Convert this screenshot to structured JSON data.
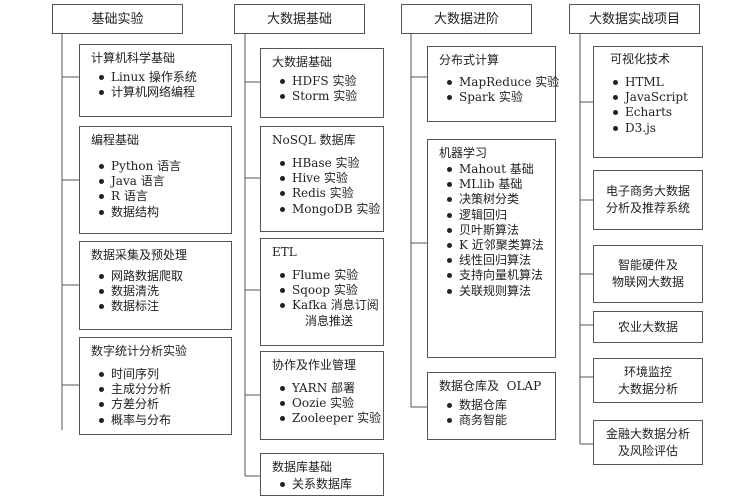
{
  "columns": [
    {
      "title": "基础实验",
      "sections": [
        {
          "title": "计算机科学基础",
          "items": [
            "Linux 操作系统",
            "计算机网络编程"
          ]
        },
        {
          "title": "编程基础",
          "items": [
            "Python 语言",
            "Java 语言",
            "R 语言",
            "数据结构"
          ]
        },
        {
          "title": "数据采集及预处理",
          "items": [
            "网路数据爬取",
            "数据清洗",
            "数据标注"
          ]
        },
        {
          "title": "数字统计分析实验",
          "items": [
            "时间序列",
            "主成分分析",
            "方差分析",
            "概率与分布"
          ]
        }
      ]
    },
    {
      "title": "大数据基础",
      "sections": [
        {
          "title": "大数据基础",
          "items": [
            "HDFS 实验",
            "Storm 实验"
          ]
        },
        {
          "title": "NoSQL 数据库",
          "items": [
            "HBase 实验",
            "Hive 实验",
            "Redis 实验",
            "MongoDB 实验"
          ]
        },
        {
          "title": "ETL",
          "items": [
            "Flume 实验",
            "Sqoop 实验",
            "Kafka 消息订阅",
            "消息推送"
          ]
        },
        {
          "title": "协作及作业管理",
          "items": [
            "YARN 部署",
            "Oozie 实验",
            "Zooleeper 实验"
          ]
        },
        {
          "title": "数据库基础",
          "items": [
            "关系数据库"
          ]
        }
      ]
    },
    {
      "title": "大数据进阶",
      "sections": [
        {
          "title": "分布式计算",
          "items": [
            "MapReduce 实验",
            "Spark 实验"
          ]
        },
        {
          "title": "机器学习",
          "items": [
            "Mahout 基础",
            "MLlib 基础",
            "决策树分类",
            "逻辑回归",
            "贝叶斯算法",
            "K 近邻聚类算法",
            "线性回归算法",
            "支持向量机算法",
            "关联规则算法"
          ]
        },
        {
          "title": "数据仓库及  OLAP",
          "items": [
            "数据仓库",
            "商务智能"
          ]
        }
      ]
    },
    {
      "title": "大数据实战项目",
      "viz": {
        "title": "可视化技术",
        "items": [
          "HTML",
          "JavaScript",
          "Echarts",
          "D3.js"
        ]
      },
      "projects": [
        [
          "电子商务大数据",
          "分析及推荐系统"
        ],
        [
          "智能硬件及",
          "物联网大数据"
        ],
        [
          "农业大数据"
        ],
        [
          "环境监控",
          "大数据分析"
        ],
        [
          "金融大数据分析",
          "及风险评估"
        ]
      ]
    }
  ]
}
